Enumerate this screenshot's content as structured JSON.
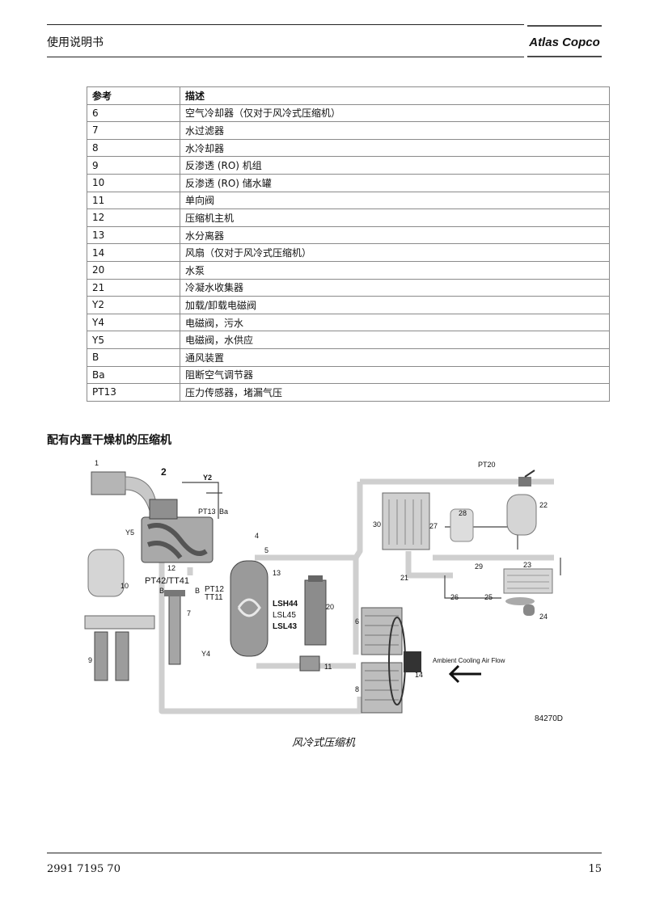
{
  "header": {
    "title": "使用说明书",
    "logo_text": "Atlas Copco"
  },
  "table": {
    "headers": [
      "参考",
      "描述"
    ],
    "rows": [
      [
        "6",
        "空气冷却器（仅对于风冷式压缩机）"
      ],
      [
        "7",
        "水过滤器"
      ],
      [
        "8",
        "水冷却器"
      ],
      [
        "9",
        "反渗透 (RO) 机组"
      ],
      [
        "10",
        "反渗透 (RO) 储水罐"
      ],
      [
        "11",
        "单向阀"
      ],
      [
        "12",
        "压缩机主机"
      ],
      [
        "13",
        "水分离器"
      ],
      [
        "14",
        "风扇（仅对于风冷式压缩机）"
      ],
      [
        "20",
        "水泵"
      ],
      [
        "21",
        "冷凝水收集器"
      ],
      [
        "Y2",
        "加载/卸载电磁阀"
      ],
      [
        "Y4",
        "电磁阀，污水"
      ],
      [
        "Y5",
        "电磁阀，水供应"
      ],
      [
        "B",
        "通风装置"
      ],
      [
        "Ba",
        "阻断空气调节器"
      ],
      [
        "PT13",
        "压力传感器，堵漏气压"
      ]
    ]
  },
  "section_title": "配有内置干燥机的压缩机",
  "diagram": {
    "labels": {
      "n1": "1",
      "n2": "2",
      "y2": "Y2",
      "pt13": "PT13",
      "ba": "Ba",
      "y5": "Y5",
      "n4": "4",
      "n5": "5",
      "n10": "10",
      "n12": "12",
      "pt42": "PT42/TT41",
      "pt12": "PT12",
      "tt11": "TT11",
      "n13": "13",
      "b1": "B",
      "b2": "B",
      "n7": "7",
      "lsh44": "LSH44",
      "lsl45": "LSL45",
      "lsl43": "LSL43",
      "n20": "20",
      "y4": "Y4",
      "n9": "9",
      "n11": "11",
      "n6": "6",
      "n8": "8",
      "n14": "14",
      "ambient": "Ambient Cooling Air Flow",
      "code": "84270D",
      "pt20": "PT20",
      "n30": "30",
      "n27": "27",
      "n28": "28",
      "n22": "22",
      "n21": "21",
      "n29": "29",
      "n23": "23",
      "n26": "26",
      "n25": "25",
      "n24": "24"
    }
  },
  "caption": "风冷式压缩机",
  "footer": {
    "doc_number": "2991 7195 70",
    "page": "15"
  }
}
